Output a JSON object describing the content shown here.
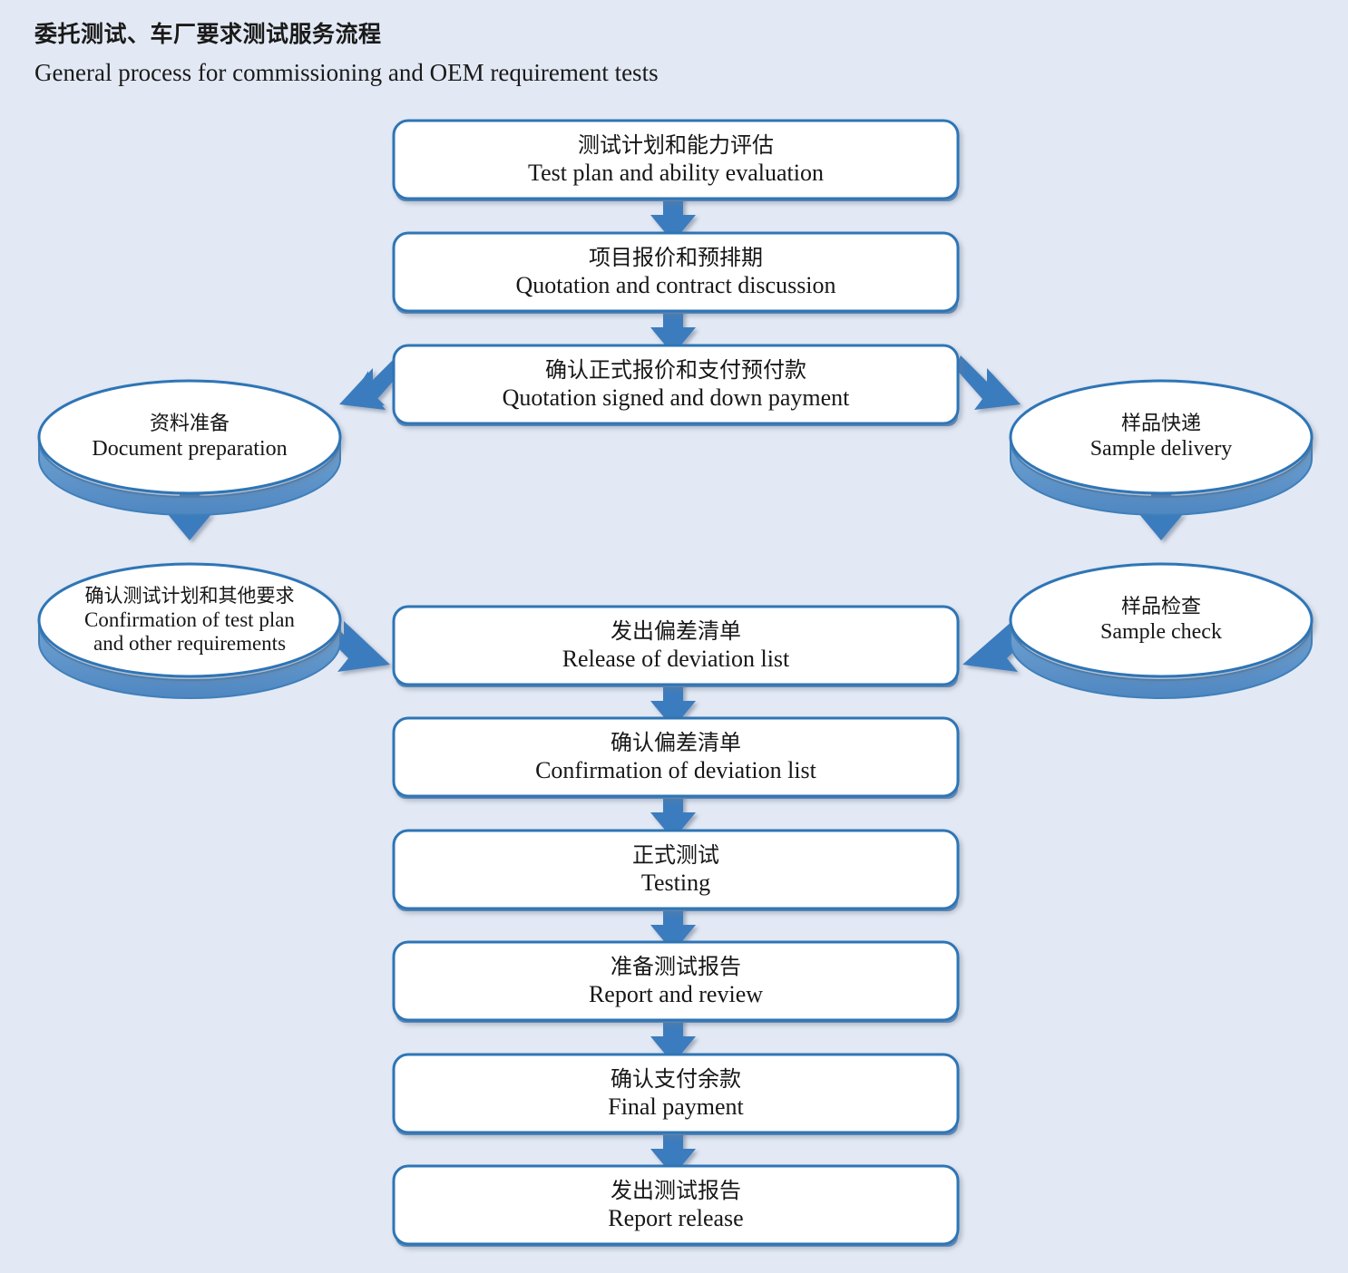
{
  "title": {
    "cn": "委托测试、车厂要求测试服务流程",
    "en": "General process for commissioning and OEM requirement tests"
  },
  "colors": {
    "background": "#e3e9f4",
    "node_fill": "#ffffff",
    "node_border": "#2e75b6",
    "node_shadow": "#5b93c9",
    "arrow": "#3a7cbe",
    "text": "#171717"
  },
  "chart_data": {
    "type": "diagram",
    "diagram_kind": "flowchart",
    "title": "General process for commissioning and OEM requirement tests",
    "nodes": [
      {
        "id": "n1",
        "shape": "rounded-rect",
        "column": "center",
        "order": 1,
        "cn": "测试计划和能力评估",
        "en": "Test plan and ability evaluation"
      },
      {
        "id": "n2",
        "shape": "rounded-rect",
        "column": "center",
        "order": 2,
        "cn": "项目报价和预排期",
        "en": "Quotation and contract discussion"
      },
      {
        "id": "n3",
        "shape": "rounded-rect",
        "column": "center",
        "order": 3,
        "cn": "确认正式报价和支付预付款",
        "en": "Quotation signed and down payment"
      },
      {
        "id": "l1",
        "shape": "ellipse",
        "column": "left",
        "order": 1,
        "cn": "资料准备",
        "en": "Document preparation"
      },
      {
        "id": "l2",
        "shape": "ellipse",
        "column": "left",
        "order": 2,
        "cn": "确认测试计划和其他要求",
        "en": "Confirmation of test plan and other requirements",
        "en_lines": [
          "Confirmation of test plan",
          "and other requirements"
        ]
      },
      {
        "id": "r1",
        "shape": "ellipse",
        "column": "right",
        "order": 1,
        "cn": "样品快递",
        "en": "Sample delivery"
      },
      {
        "id": "r2",
        "shape": "ellipse",
        "column": "right",
        "order": 2,
        "cn": "样品检查",
        "en": "Sample check"
      },
      {
        "id": "n4",
        "shape": "rounded-rect",
        "column": "center",
        "order": 4,
        "cn": "发出偏差清单",
        "en": "Release of deviation list"
      },
      {
        "id": "n5",
        "shape": "rounded-rect",
        "column": "center",
        "order": 5,
        "cn": "确认偏差清单",
        "en": "Confirmation of deviation list"
      },
      {
        "id": "n6",
        "shape": "rounded-rect",
        "column": "center",
        "order": 6,
        "cn": "正式测试",
        "en": "Testing"
      },
      {
        "id": "n7",
        "shape": "rounded-rect",
        "column": "center",
        "order": 7,
        "cn": "准备测试报告",
        "en": "Report and review"
      },
      {
        "id": "n8",
        "shape": "rounded-rect",
        "column": "center",
        "order": 8,
        "cn": "确认支付余款",
        "en": "Final payment"
      },
      {
        "id": "n9",
        "shape": "rounded-rect",
        "column": "center",
        "order": 9,
        "cn": "发出测试报告",
        "en": "Report release"
      }
    ],
    "edges": [
      {
        "from": "n1",
        "to": "n2",
        "direction": "down"
      },
      {
        "from": "n2",
        "to": "n3",
        "direction": "down"
      },
      {
        "from": "n3",
        "to": "l1",
        "direction": "down-left"
      },
      {
        "from": "n3",
        "to": "r1",
        "direction": "down-right"
      },
      {
        "from": "l1",
        "to": "l2",
        "direction": "down"
      },
      {
        "from": "r1",
        "to": "r2",
        "direction": "down"
      },
      {
        "from": "l2",
        "to": "n4",
        "direction": "down-right"
      },
      {
        "from": "r2",
        "to": "n4",
        "direction": "down-left"
      },
      {
        "from": "n4",
        "to": "n5",
        "direction": "down"
      },
      {
        "from": "n5",
        "to": "n6",
        "direction": "down"
      },
      {
        "from": "n6",
        "to": "n7",
        "direction": "down"
      },
      {
        "from": "n7",
        "to": "n8",
        "direction": "down"
      },
      {
        "from": "n8",
        "to": "n9",
        "direction": "down"
      }
    ]
  }
}
